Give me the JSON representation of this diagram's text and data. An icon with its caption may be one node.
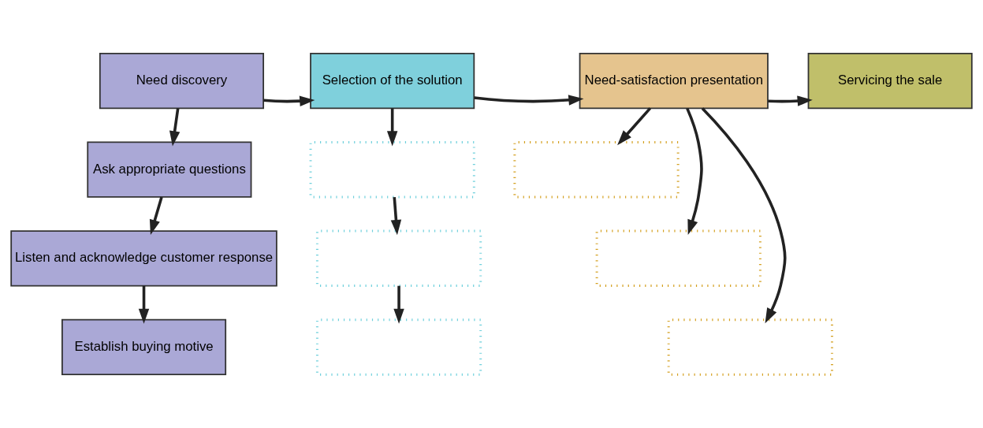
{
  "diagram": {
    "nodes": [
      {
        "text": [
          "Need discovery"
        ]
      },
      {
        "text": [
          "Selection of the solution"
        ]
      },
      {
        "text": [
          "Need-satisfaction presentation"
        ]
      },
      {
        "text": [
          "Servicing the sale"
        ]
      },
      {
        "text": [
          "Ask appropriate questions"
        ]
      },
      {
        "text": [
          "Listen and acknowledge customer response"
        ]
      },
      {
        "text": [
          "Establish buying motive"
        ]
      },
      {
        "text": [],
        "shape": "box"
      },
      {
        "text": [],
        "shape": "box"
      },
      {
        "text": [],
        "shape": "box"
      },
      {
        "text": [],
        "shape": "box"
      },
      {
        "text": [],
        "shape": "box"
      },
      {
        "text": [],
        "shape": "box"
      }
    ],
    "edges": [
      {
        "from": 0,
        "to": 1,
        "arrow": "to"
      },
      {
        "from": 1,
        "to": 2,
        "arrow": "to"
      },
      {
        "from": 2,
        "to": 3,
        "arrow": "to"
      },
      {
        "from": 0,
        "to": 4,
        "arrow": "to"
      },
      {
        "from": 4,
        "to": 5,
        "arrow": "to"
      },
      {
        "from": 5,
        "to": 6,
        "arrow": "to"
      },
      {
        "from": 1,
        "to": 7,
        "arrow": "to"
      },
      {
        "from": 7,
        "to": 8,
        "arrow": "to"
      },
      {
        "from": 8,
        "to": 9,
        "arrow": "to"
      },
      {
        "from": 2,
        "to": 10,
        "arrow": "to"
      },
      {
        "from": 2,
        "to": 11,
        "arrow": "to"
      },
      {
        "from": 2,
        "to": 12,
        "arrow": "to"
      }
    ]
  }
}
